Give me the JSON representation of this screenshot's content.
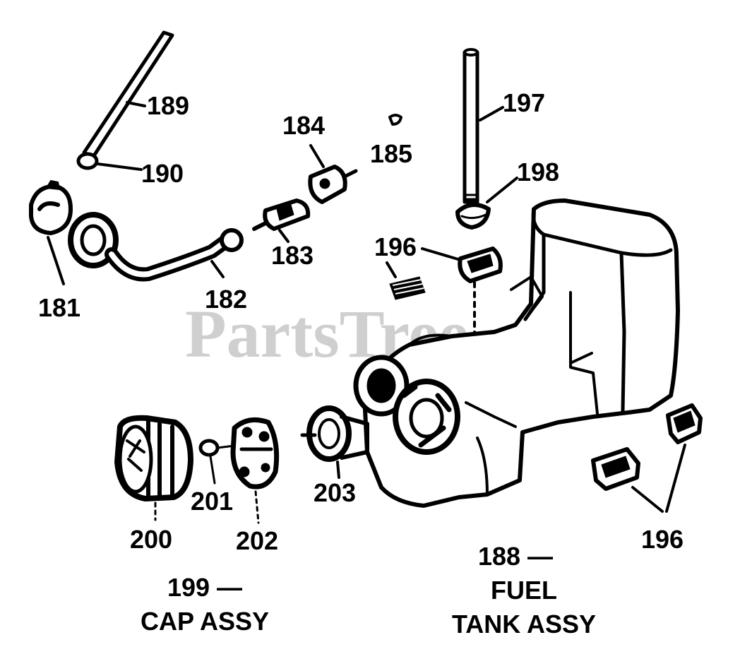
{
  "watermark": {
    "text": "PartsTree",
    "trademark": "™"
  },
  "labels": {
    "p181": "181",
    "p182": "182",
    "p183": "183",
    "p184": "184",
    "p185": "185",
    "p189": "189",
    "p190": "190",
    "p196a": "196",
    "p196b": "196",
    "p197": "197",
    "p198": "198",
    "p200": "200",
    "p201": "201",
    "p202": "202",
    "p203": "203"
  },
  "assemblies": {
    "cap": {
      "number": "199 —",
      "name": "CAP ASSY"
    },
    "fuel": {
      "number": "188 —",
      "name_line1": "FUEL",
      "name_line2": "TANK ASSY"
    }
  }
}
